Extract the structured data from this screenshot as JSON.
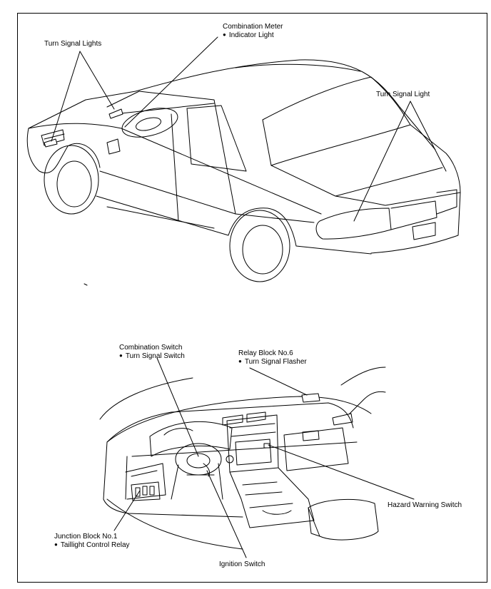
{
  "diagram": {
    "labels": {
      "turn_signal_lights": "Turn Signal Lights",
      "combination_meter": "Combination Meter",
      "indicator_light": "Indicator Light",
      "turn_signal_light": "Turn Signal Light",
      "combination_switch": "Combination Switch",
      "turn_signal_switch": "Turn Signal Switch",
      "relay_block": "Relay Block No.6",
      "turn_signal_flasher": "Turn Signal Flasher",
      "hazard_warning_switch": "Hazard Warning Switch",
      "junction_block": "Junction Block No.1",
      "taillight_control_relay": "Taillight Control Relay",
      "ignition_switch": "Ignition Switch"
    }
  }
}
